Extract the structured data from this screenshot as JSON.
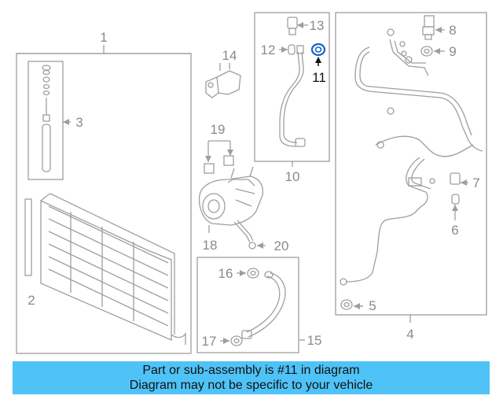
{
  "diagram": {
    "callouts": [
      "1",
      "2",
      "3",
      "4",
      "5",
      "6",
      "7",
      "8",
      "9",
      "10",
      "11",
      "12",
      "13",
      "14",
      "15",
      "16",
      "17",
      "18",
      "19",
      "20"
    ],
    "highlighted_part": "11"
  },
  "banner": {
    "line1": "Part or sub-assembly is #11 in diagram",
    "line2": "Diagram may not be specific to your vehicle"
  },
  "colors": {
    "line": "#9e9e9e",
    "highlight": "#1565c0",
    "banner": "#4fc3f7"
  }
}
